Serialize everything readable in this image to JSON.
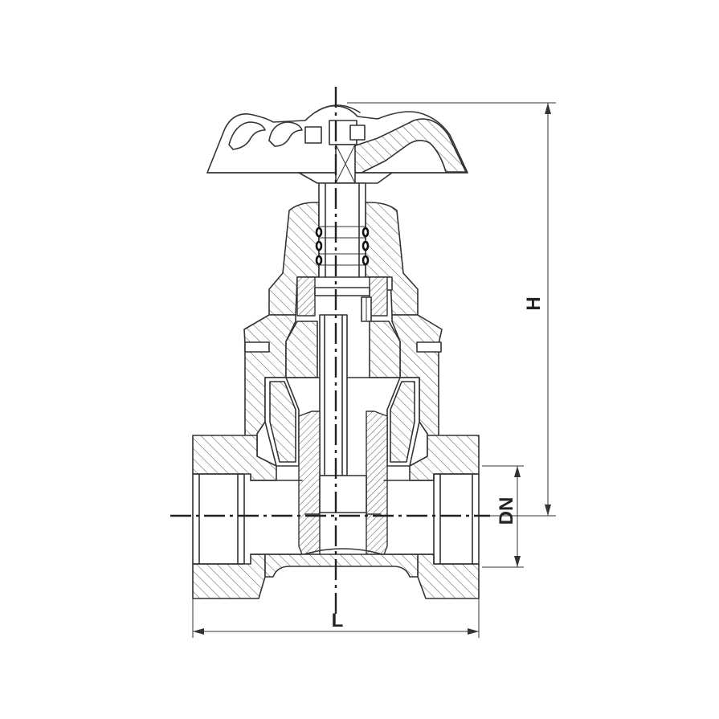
{
  "diagram": {
    "labels": {
      "height": "H",
      "length": "L",
      "nominal_diameter": "DN"
    },
    "colors": {
      "line": "#333333",
      "background": "#ffffff"
    }
  }
}
